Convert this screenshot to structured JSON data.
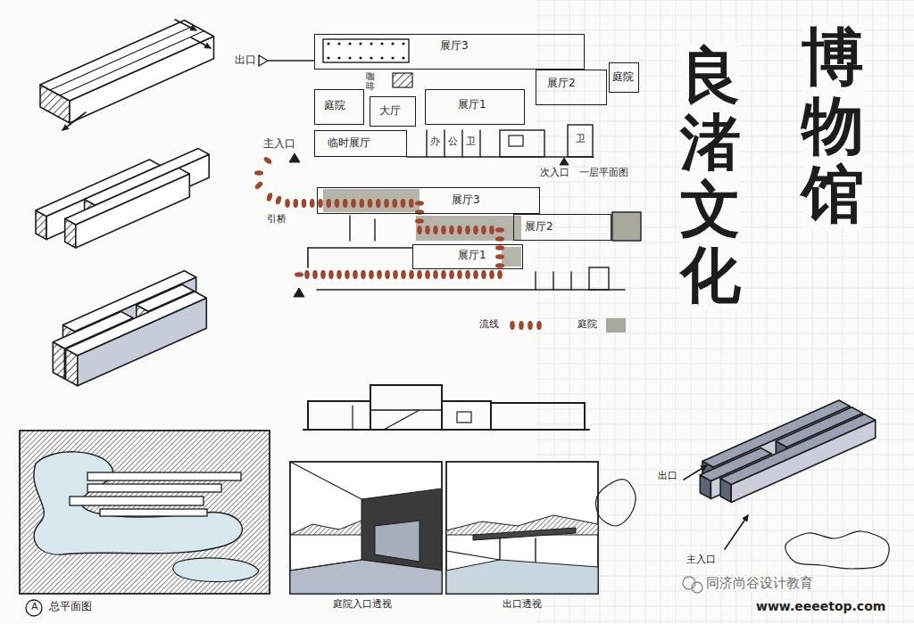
{
  "diagram": {
    "nodes": [
      {
        "text": [
          "展厅3"
        ]
      },
      {
        "text": [
          "展厅2"
        ]
      },
      {
        "text": [
          "庭院"
        ]
      },
      {
        "text": [
          "庭院"
        ]
      },
      {
        "text": [
          "大厅"
        ]
      },
      {
        "text": [
          "展厅1"
        ]
      },
      {
        "text": [
          "临时展厅"
        ]
      },
      {
        "text": [
          "展厅3"
        ]
      },
      {
        "text": [
          "展厅2"
        ]
      },
      {
        "text": [
          "展厅1"
        ]
      }
    ],
    "labels": [
      "博物馆",
      "良渚文化",
      "出口",
      "咖啡",
      "办",
      "公",
      "卫",
      "卫",
      "主入口",
      "次入口",
      "一层平面图",
      "引桥",
      "A",
      "总平面图",
      "庭院入口透视",
      "出口透视",
      "出口",
      "主入口",
      "同济尚谷设计教育",
      "www.eeeetop.com"
    ],
    "legend": [
      {
        "text": "流线",
        "color": "#a0452e"
      },
      {
        "text": "庭院",
        "color": "#a9a89c"
      }
    ]
  }
}
